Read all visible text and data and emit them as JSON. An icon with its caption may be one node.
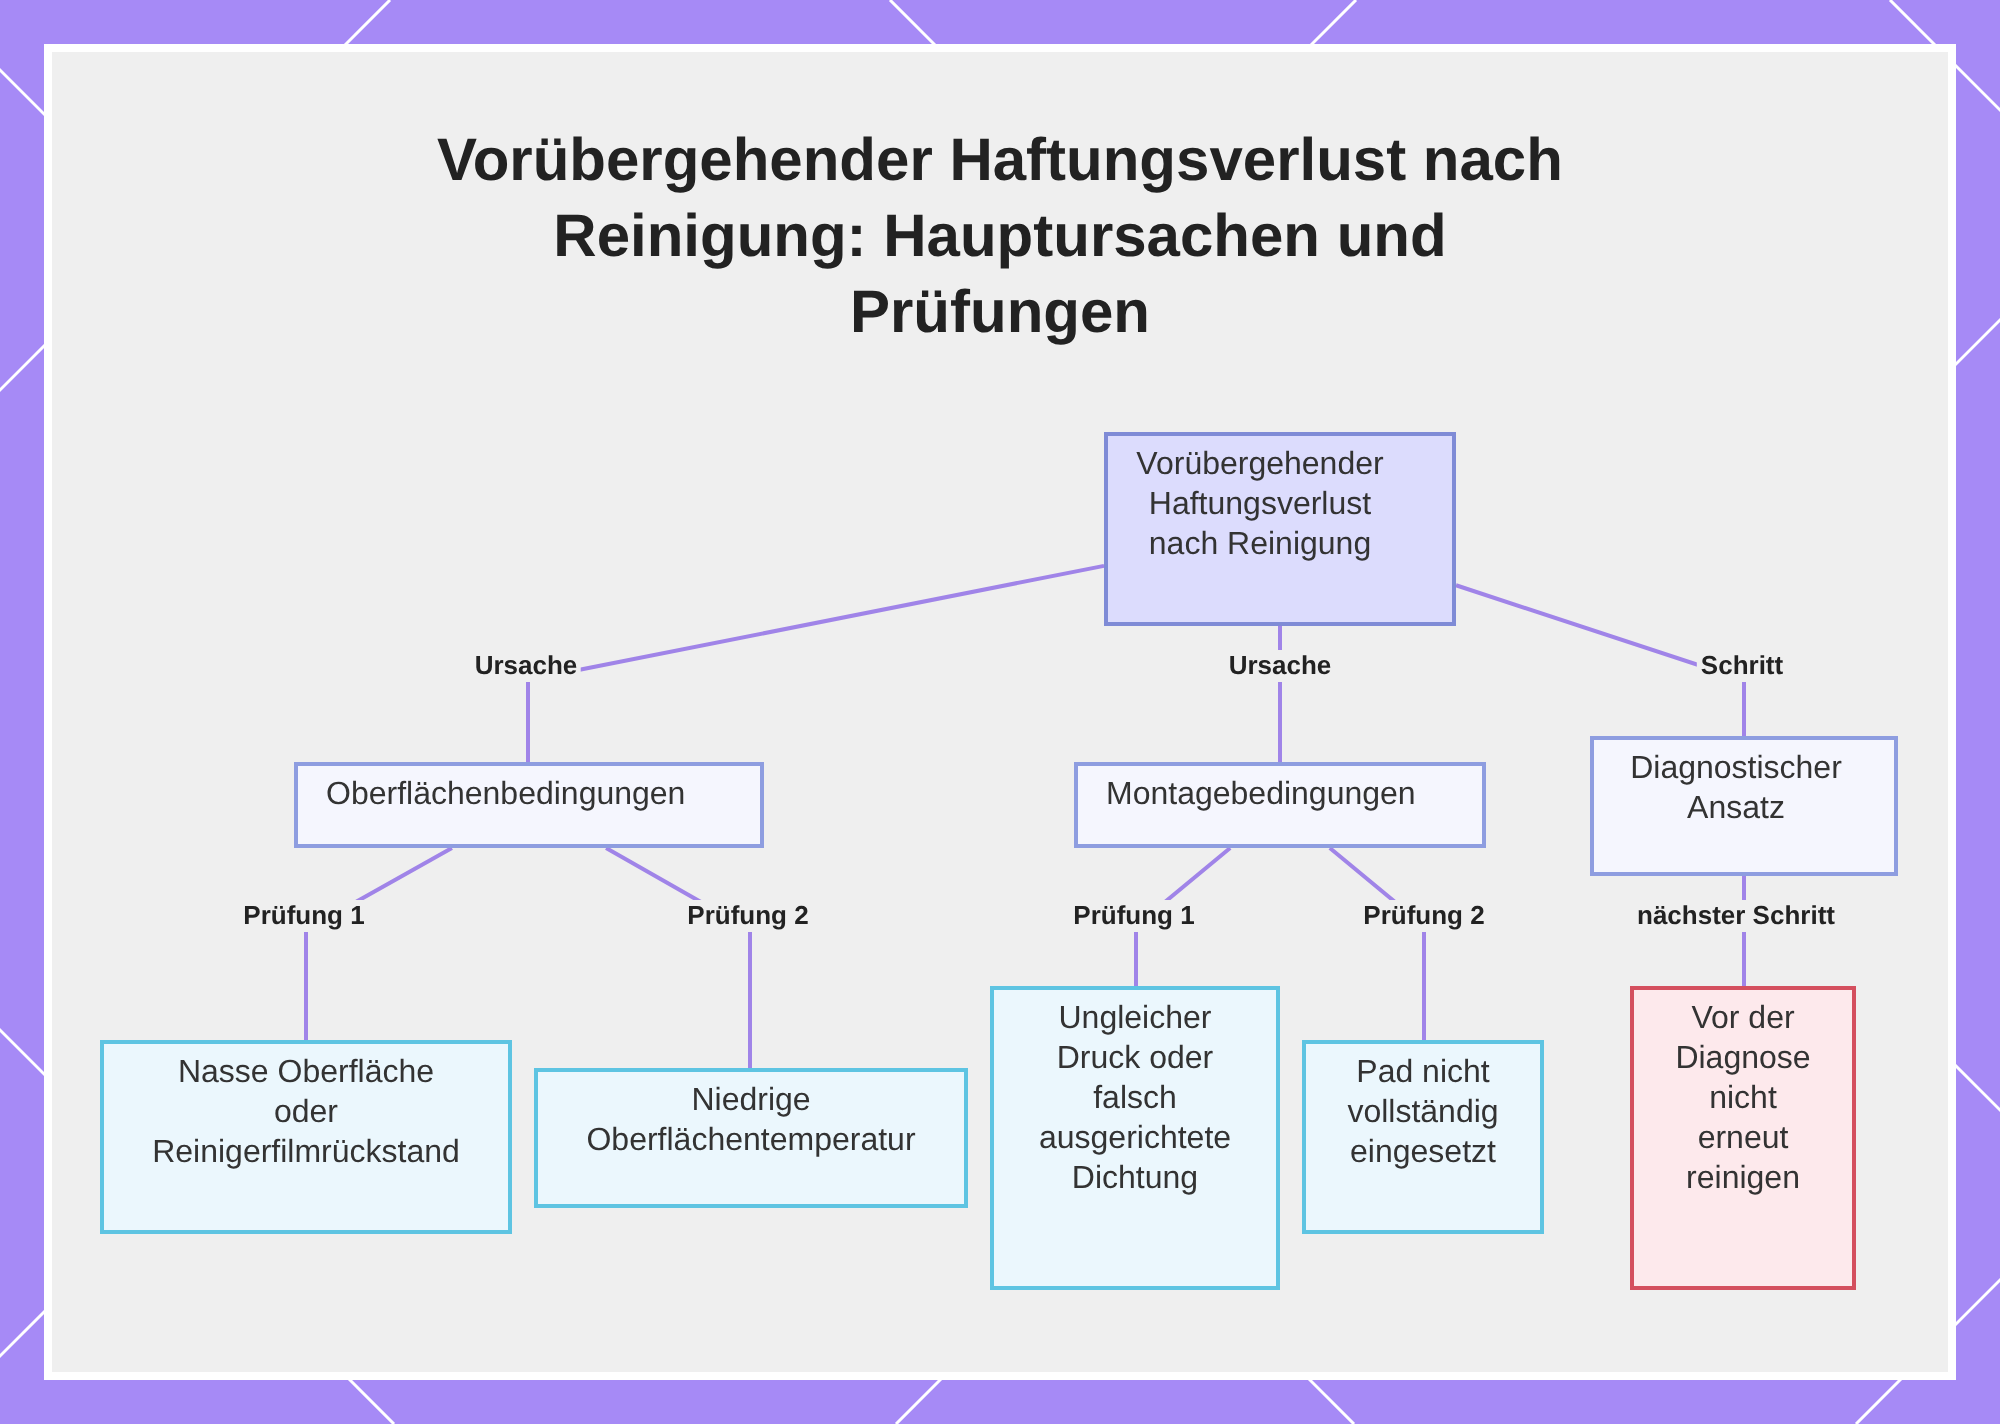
{
  "diagram": {
    "title": "Vorübergehender Haftungsverlust nach Reinigung: Hauptursachen und Prüfungen",
    "nodes": [
      {
        "text": [
          "Vorübergehender Haftungsverlust nach Reinigung"
        ]
      },
      {
        "text": [
          "Oberflächenbedingungen"
        ]
      },
      {
        "text": [
          "Montagebedingungen"
        ]
      },
      {
        "text": [
          "Diagnostischer Ansatz"
        ]
      },
      {
        "text": [
          "Nasse Oberfläche oder Reinigerfilmrückstand"
        ]
      },
      {
        "text": [
          "Niedrige Oberflächentemperatur"
        ]
      },
      {
        "text": [
          "Ungleicher Druck oder falsch ausgerichtete Dichtung"
        ]
      },
      {
        "text": [
          "Pad nicht vollständig eingesetzt"
        ]
      },
      {
        "text": [
          "Vor der Diagnose nicht erneut reinigen"
        ]
      }
    ],
    "edges": [
      {
        "from": 0,
        "to": 1,
        "arrow": "none",
        "label": "Ursache"
      },
      {
        "from": 0,
        "to": 2,
        "arrow": "none",
        "label": "Ursache"
      },
      {
        "from": 0,
        "to": 3,
        "arrow": "none",
        "label": "Schritt"
      },
      {
        "from": 1,
        "to": 4,
        "arrow": "none",
        "label": "Prüfung 1"
      },
      {
        "from": 1,
        "to": 5,
        "arrow": "none",
        "label": "Prüfung 2"
      },
      {
        "from": 2,
        "to": 6,
        "arrow": "none",
        "label": "Prüfung 1"
      },
      {
        "from": 2,
        "to": 7,
        "arrow": "none",
        "label": "Prüfung 2"
      },
      {
        "from": 3,
        "to": 8,
        "arrow": "none",
        "label": "nächster Schritt"
      }
    ]
  }
}
